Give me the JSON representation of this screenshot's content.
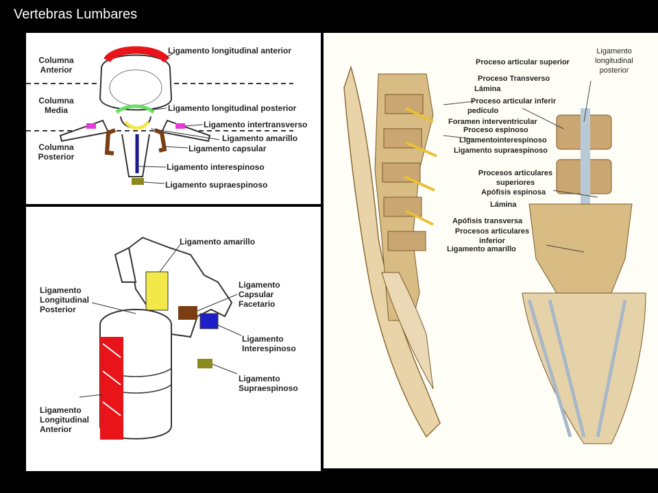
{
  "title": "Vertebras Lumbares",
  "panel1": {
    "zones": {
      "anterior": "Columna\nAnterior",
      "media": "Columna\nMedia",
      "posterior": "Columna\nPosterior"
    },
    "labels": {
      "lla": "Ligamento  longitudinal anterior",
      "llp": "Ligamento  longitudinal posterior",
      "lit": "Ligamento  intertransverso",
      "lam": "Ligamento  amarillo",
      "lcap": "Ligamento  capsular",
      "lie": "Ligamento  interespinoso",
      "lse": "Ligamento  supraespinoso"
    },
    "colors": {
      "anterior": "#e8141a",
      "posterior_long": "#66e060",
      "amarillo": "#f2e84a",
      "intertransverso": "#e43ad8",
      "capsular": "#7b3e12",
      "interespinoso": "#1a1a8c",
      "supraespinoso": "#8c8a1e"
    }
  },
  "panel2": {
    "labels": {
      "amarillo": "Ligamento amarillo",
      "llp": "Ligamento\nLongitudinal\nPosterior",
      "capsular": "Ligamento\nCapsular\nFacetario",
      "interesp": "Ligamento\nInterespinoso",
      "supraesp": "Ligamento\nSupraespinoso",
      "lla": "Ligamento\nLongitudinal\nAnterior"
    }
  },
  "panel3": {
    "labels": {
      "ligamento_longitudinal_posterior": "Ligamento\nlongitudinal\nposterior",
      "proceso_articular_superior": "Proceso articular superior",
      "proceso_transverso": "Proceso Transverso",
      "lamina1": "Lámina",
      "proceso_articular_inferior": "Proceso articular inferir",
      "pediculo": "pedículo",
      "foramen": "Foramen interventricular",
      "proceso_espinoso": "Proceso espinoso",
      "ligamento_interespinoso": "Ligamentointerespinoso",
      "ligamento_supraespinoso": "Ligamento supraespinoso",
      "procesos_articulares_superiores": "Procesos articulares\nsuperiores",
      "apofisis_espinosa": "Apófisis  espinosa",
      "lamina2": "Lámina",
      "apofisis_transversa": "Apófisis  transversa",
      "procesos_articulares_inferior": "Procesos articulares\ninferior",
      "ligamento_amarillo": "Ligamento amarillo"
    }
  }
}
